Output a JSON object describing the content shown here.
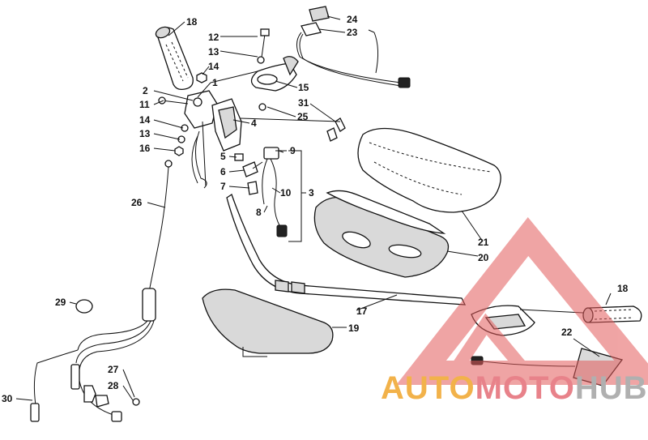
{
  "callouts": [
    {
      "id": "c18a",
      "text": "18"
    },
    {
      "id": "c12",
      "text": "12"
    },
    {
      "id": "c13a",
      "text": "13"
    },
    {
      "id": "c14a",
      "text": "14"
    },
    {
      "id": "c1",
      "text": "1"
    },
    {
      "id": "c2",
      "text": "2"
    },
    {
      "id": "c11",
      "text": "11"
    },
    {
      "id": "c14b",
      "text": "14"
    },
    {
      "id": "c13b",
      "text": "13"
    },
    {
      "id": "c16",
      "text": "16"
    },
    {
      "id": "c15",
      "text": "15"
    },
    {
      "id": "c24",
      "text": "24"
    },
    {
      "id": "c23",
      "text": "23"
    },
    {
      "id": "c31",
      "text": "31"
    },
    {
      "id": "c25",
      "text": "25"
    },
    {
      "id": "c4",
      "text": "4"
    },
    {
      "id": "c9",
      "text": "9"
    },
    {
      "id": "c5",
      "text": "5"
    },
    {
      "id": "c6",
      "text": "6"
    },
    {
      "id": "c7",
      "text": "7"
    },
    {
      "id": "c10",
      "text": "10"
    },
    {
      "id": "c3",
      "text": "3"
    },
    {
      "id": "c8",
      "text": "8"
    },
    {
      "id": "c26",
      "text": "26"
    },
    {
      "id": "c21",
      "text": "21"
    },
    {
      "id": "c20",
      "text": "20"
    },
    {
      "id": "c29",
      "text": "29"
    },
    {
      "id": "c18b",
      "text": "18"
    },
    {
      "id": "c17",
      "text": "17"
    },
    {
      "id": "c19",
      "text": "19"
    },
    {
      "id": "c22",
      "text": "22"
    },
    {
      "id": "c27",
      "text": "27"
    },
    {
      "id": "c28",
      "text": "28"
    },
    {
      "id": "c30",
      "text": "30"
    }
  ],
  "watermark": {
    "part1": "AUTO",
    "part2": "MOTO",
    "part3": "HUB",
    "color1": "#f2b24a",
    "color2": "#e8828a",
    "color3": "#b0b0b0",
    "logo_color": "#e35b5b"
  }
}
